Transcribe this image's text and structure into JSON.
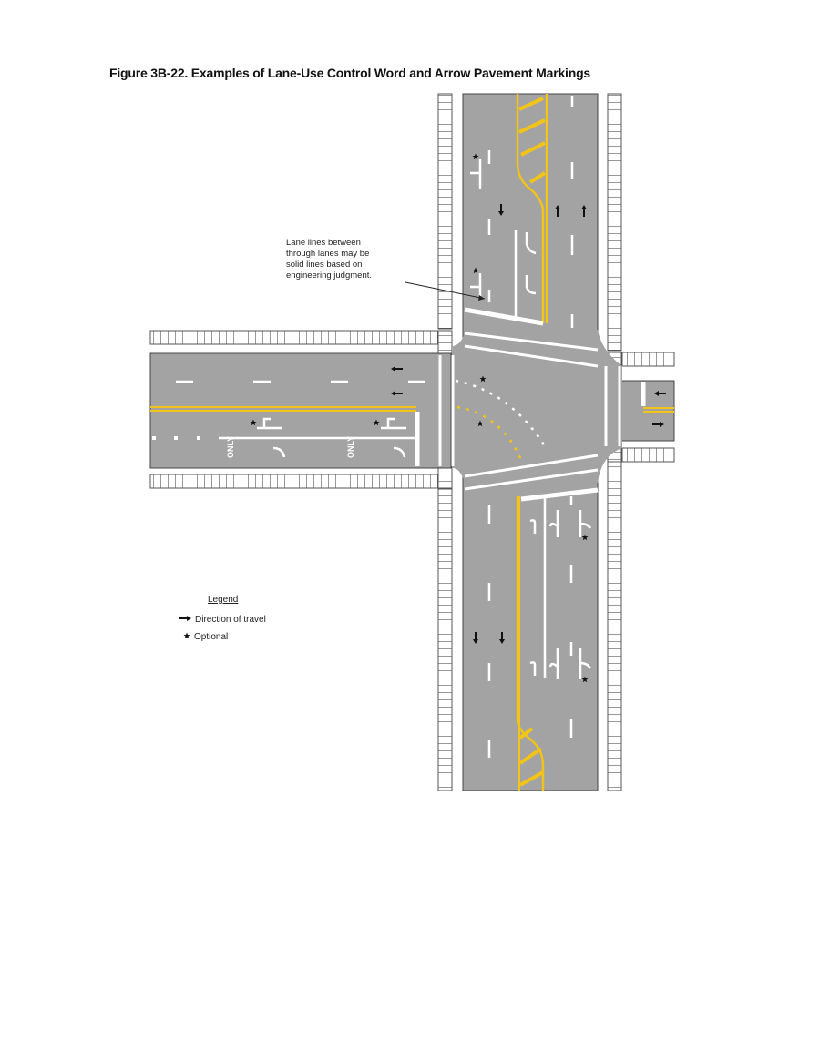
{
  "figure": {
    "title": "Figure 3B-22.  Examples of Lane-Use Control Word and Arrow Pavement Markings"
  },
  "callout": {
    "lines": [
      "Lane lines between",
      "through lanes may be",
      "solid lines based on",
      "engineering judgment."
    ]
  },
  "markings": {
    "only_word": "ONLY"
  },
  "legend": {
    "title": "Legend",
    "items": [
      {
        "icon": "arrow-right-icon",
        "label": "Direction of travel"
      },
      {
        "icon": "star-icon",
        "label": "Optional"
      }
    ]
  },
  "colors": {
    "pavement": "#a3a3a3",
    "yellow": "#f2c318",
    "white": "#ffffff",
    "outline": "#555555"
  }
}
